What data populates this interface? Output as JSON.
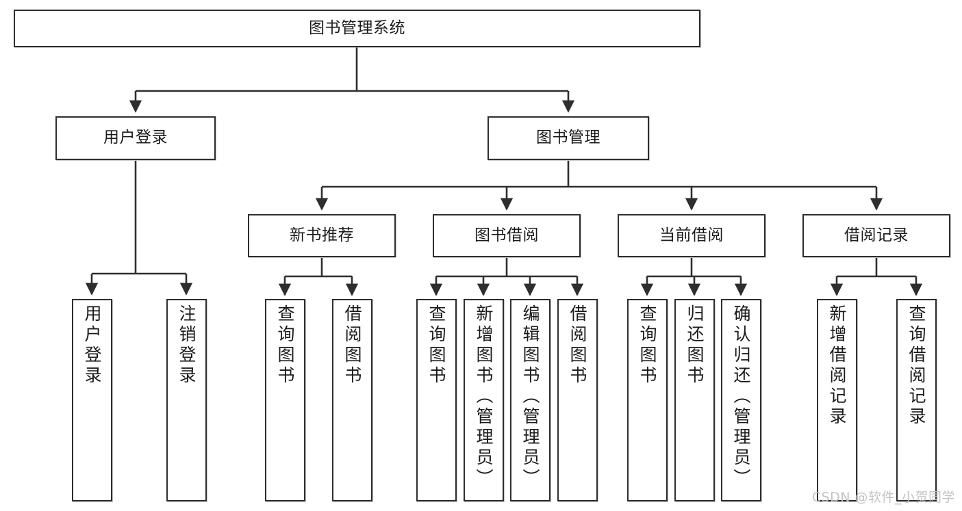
{
  "diagram": {
    "title": "图书管理系统",
    "type": "tree-hierarchy",
    "watermark": "CSDN @软件_小贺同学",
    "colors": {
      "box_border": "#2e2e2e",
      "box_fill": "#ffffff",
      "connector": "#2e2e2e",
      "text": "#1b1b1b",
      "watermark": "#c3c3c3",
      "canvas": "#ffffff"
    },
    "root": {
      "label": "图书管理系统"
    },
    "level1": [
      {
        "label": "用户登录"
      },
      {
        "label": "图书管理"
      }
    ],
    "level2": [
      {
        "label": "新书推荐"
      },
      {
        "label": "图书借阅"
      },
      {
        "label": "当前借阅"
      },
      {
        "label": "借阅记录"
      }
    ],
    "leaves": {
      "user_login": [
        {
          "label": "用户登录"
        },
        {
          "label": "注销登录"
        }
      ],
      "new_book_recommend": [
        {
          "label": "查询图书"
        },
        {
          "label": "借阅图书"
        }
      ],
      "book_borrow": [
        {
          "label": "查询图书"
        },
        {
          "label": "新增图书（管理员）"
        },
        {
          "label": "编辑图书（管理员）"
        },
        {
          "label": "借阅图书"
        }
      ],
      "current_borrow": [
        {
          "label": "查询图书"
        },
        {
          "label": "归还图书"
        },
        {
          "label": "确认归还（管理员）"
        }
      ],
      "borrow_record": [
        {
          "label": "新增借阅记录"
        },
        {
          "label": "查询借阅记录"
        }
      ]
    }
  }
}
